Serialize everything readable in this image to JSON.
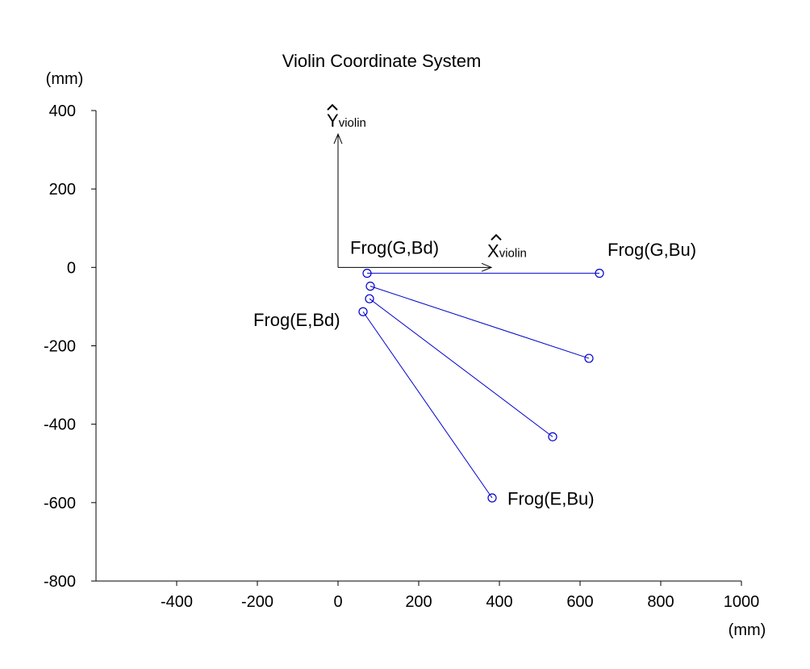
{
  "chart_data": {
    "type": "line",
    "title": "Violin Coordinate System",
    "xlabel": "(mm)",
    "ylabel": "(mm)",
    "xlim": [
      -600,
      1000
    ],
    "ylim": [
      -800,
      400
    ],
    "grid": false,
    "legend": "none",
    "xticks": [
      {
        "v": -400,
        "label": "-400"
      },
      {
        "v": -200,
        "label": "-200"
      },
      {
        "v": 0,
        "label": "0"
      },
      {
        "v": 200,
        "label": "200"
      },
      {
        "v": 400,
        "label": "400"
      },
      {
        "v": 600,
        "label": "600"
      },
      {
        "v": 800,
        "label": "800"
      },
      {
        "v": 1000,
        "label": "1000"
      }
    ],
    "yticks": [
      {
        "v": 400,
        "label": "400"
      },
      {
        "v": 200,
        "label": "200"
      },
      {
        "v": 0,
        "label": "0"
      },
      {
        "v": -200,
        "label": "-200"
      },
      {
        "v": -400,
        "label": "-400"
      },
      {
        "v": -600,
        "label": "-600"
      },
      {
        "v": -800,
        "label": "-800"
      }
    ],
    "axes_arrows": {
      "origin": [
        0,
        0
      ],
      "x_arrow": {
        "to": [
          380,
          0
        ],
        "label": "X",
        "subscript": "violin"
      },
      "y_arrow": {
        "to": [
          0,
          340
        ],
        "label": "Y",
        "subscript": "violin"
      }
    },
    "series": [
      {
        "points": [
          [
            72,
            -15
          ],
          [
            648,
            -15
          ]
        ],
        "color": "#0000cc"
      },
      {
        "points": [
          [
            80,
            -48
          ],
          [
            622,
            -232
          ]
        ],
        "color": "#0000cc"
      },
      {
        "points": [
          [
            78,
            -80
          ],
          [
            532,
            -432
          ]
        ],
        "color": "#0000cc"
      },
      {
        "points": [
          [
            62,
            -113
          ],
          [
            382,
            -588
          ]
        ],
        "color": "#0000cc"
      }
    ],
    "annotations": [
      {
        "text": "Frog(G,Bd)",
        "x": 30,
        "y": 35
      },
      {
        "text": "Frog(G,Bu)",
        "x": 668,
        "y": 30
      },
      {
        "text": "Frog(E,Bd)",
        "x": -210,
        "y": -150
      },
      {
        "text": "Frog(E,Bu)",
        "x": 420,
        "y": -605
      }
    ]
  }
}
